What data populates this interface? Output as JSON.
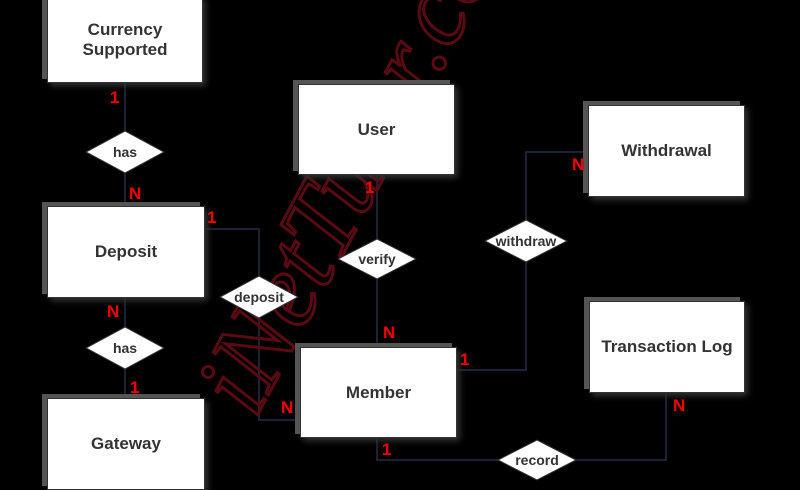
{
  "diagram": {
    "type": "ER diagram",
    "watermark": "iNetTutor.com",
    "colors": {
      "background": "#000000",
      "entity_fill": "#ffffff",
      "text": "#333333",
      "cardinality": "#e00000",
      "line": "#1c2233",
      "watermark": "#5a0a12"
    },
    "entities": [
      {
        "id": "currency",
        "label": "Currency Supported"
      },
      {
        "id": "deposit",
        "label": "Deposit"
      },
      {
        "id": "gateway",
        "label": "Gateway"
      },
      {
        "id": "user",
        "label": "User"
      },
      {
        "id": "withdrawal",
        "label": "Withdrawal"
      },
      {
        "id": "member",
        "label": "Member"
      },
      {
        "id": "transaction_log",
        "label": "Transaction Log"
      }
    ],
    "relationships": [
      {
        "id": "has1",
        "label": "has",
        "from": "Currency Supported",
        "to": "Deposit",
        "from_card": "1",
        "to_card": "N"
      },
      {
        "id": "has2",
        "label": "has",
        "from": "Deposit",
        "to": "Gateway",
        "from_card": "N",
        "to_card": "1"
      },
      {
        "id": "deposit",
        "label": "deposit",
        "from": "Deposit",
        "to": "Member",
        "from_card": "1",
        "to_card": "N"
      },
      {
        "id": "verify",
        "label": "verify",
        "from": "User",
        "to": "Member",
        "from_card": "1",
        "to_card": "N"
      },
      {
        "id": "withdraw",
        "label": "withdraw",
        "from": "Member",
        "to": "Withdrawal",
        "from_card": "1",
        "to_card": "N"
      },
      {
        "id": "record",
        "label": "record",
        "from": "Member",
        "to": "Transaction Log",
        "from_card": "1",
        "to_card": "N"
      }
    ]
  }
}
